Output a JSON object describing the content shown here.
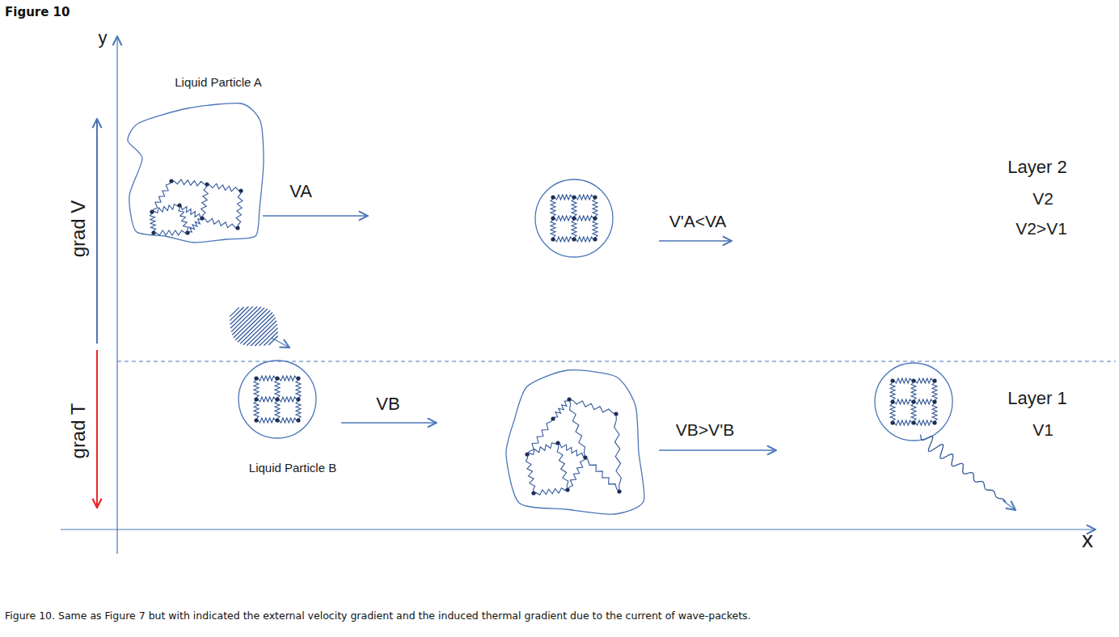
{
  "diagram": {
    "title": "Figure 10",
    "caption": "Figure 10. Same as Figure 7 but with indicated the external velocity gradient and the induced thermal gradient due to the current of wave-packets.",
    "nodes": [
      {
        "text": [
          "Liquid Particle A"
        ]
      },
      {
        "text": [
          "Liquid Particle B"
        ]
      }
    ],
    "labels": [
      "y",
      "x",
      "grad V",
      "grad T",
      "VA",
      "V'A<VA",
      "Layer 2",
      "V2",
      "V2>V1",
      "VB",
      "VB>V'B",
      "Layer 1",
      "V1"
    ]
  }
}
